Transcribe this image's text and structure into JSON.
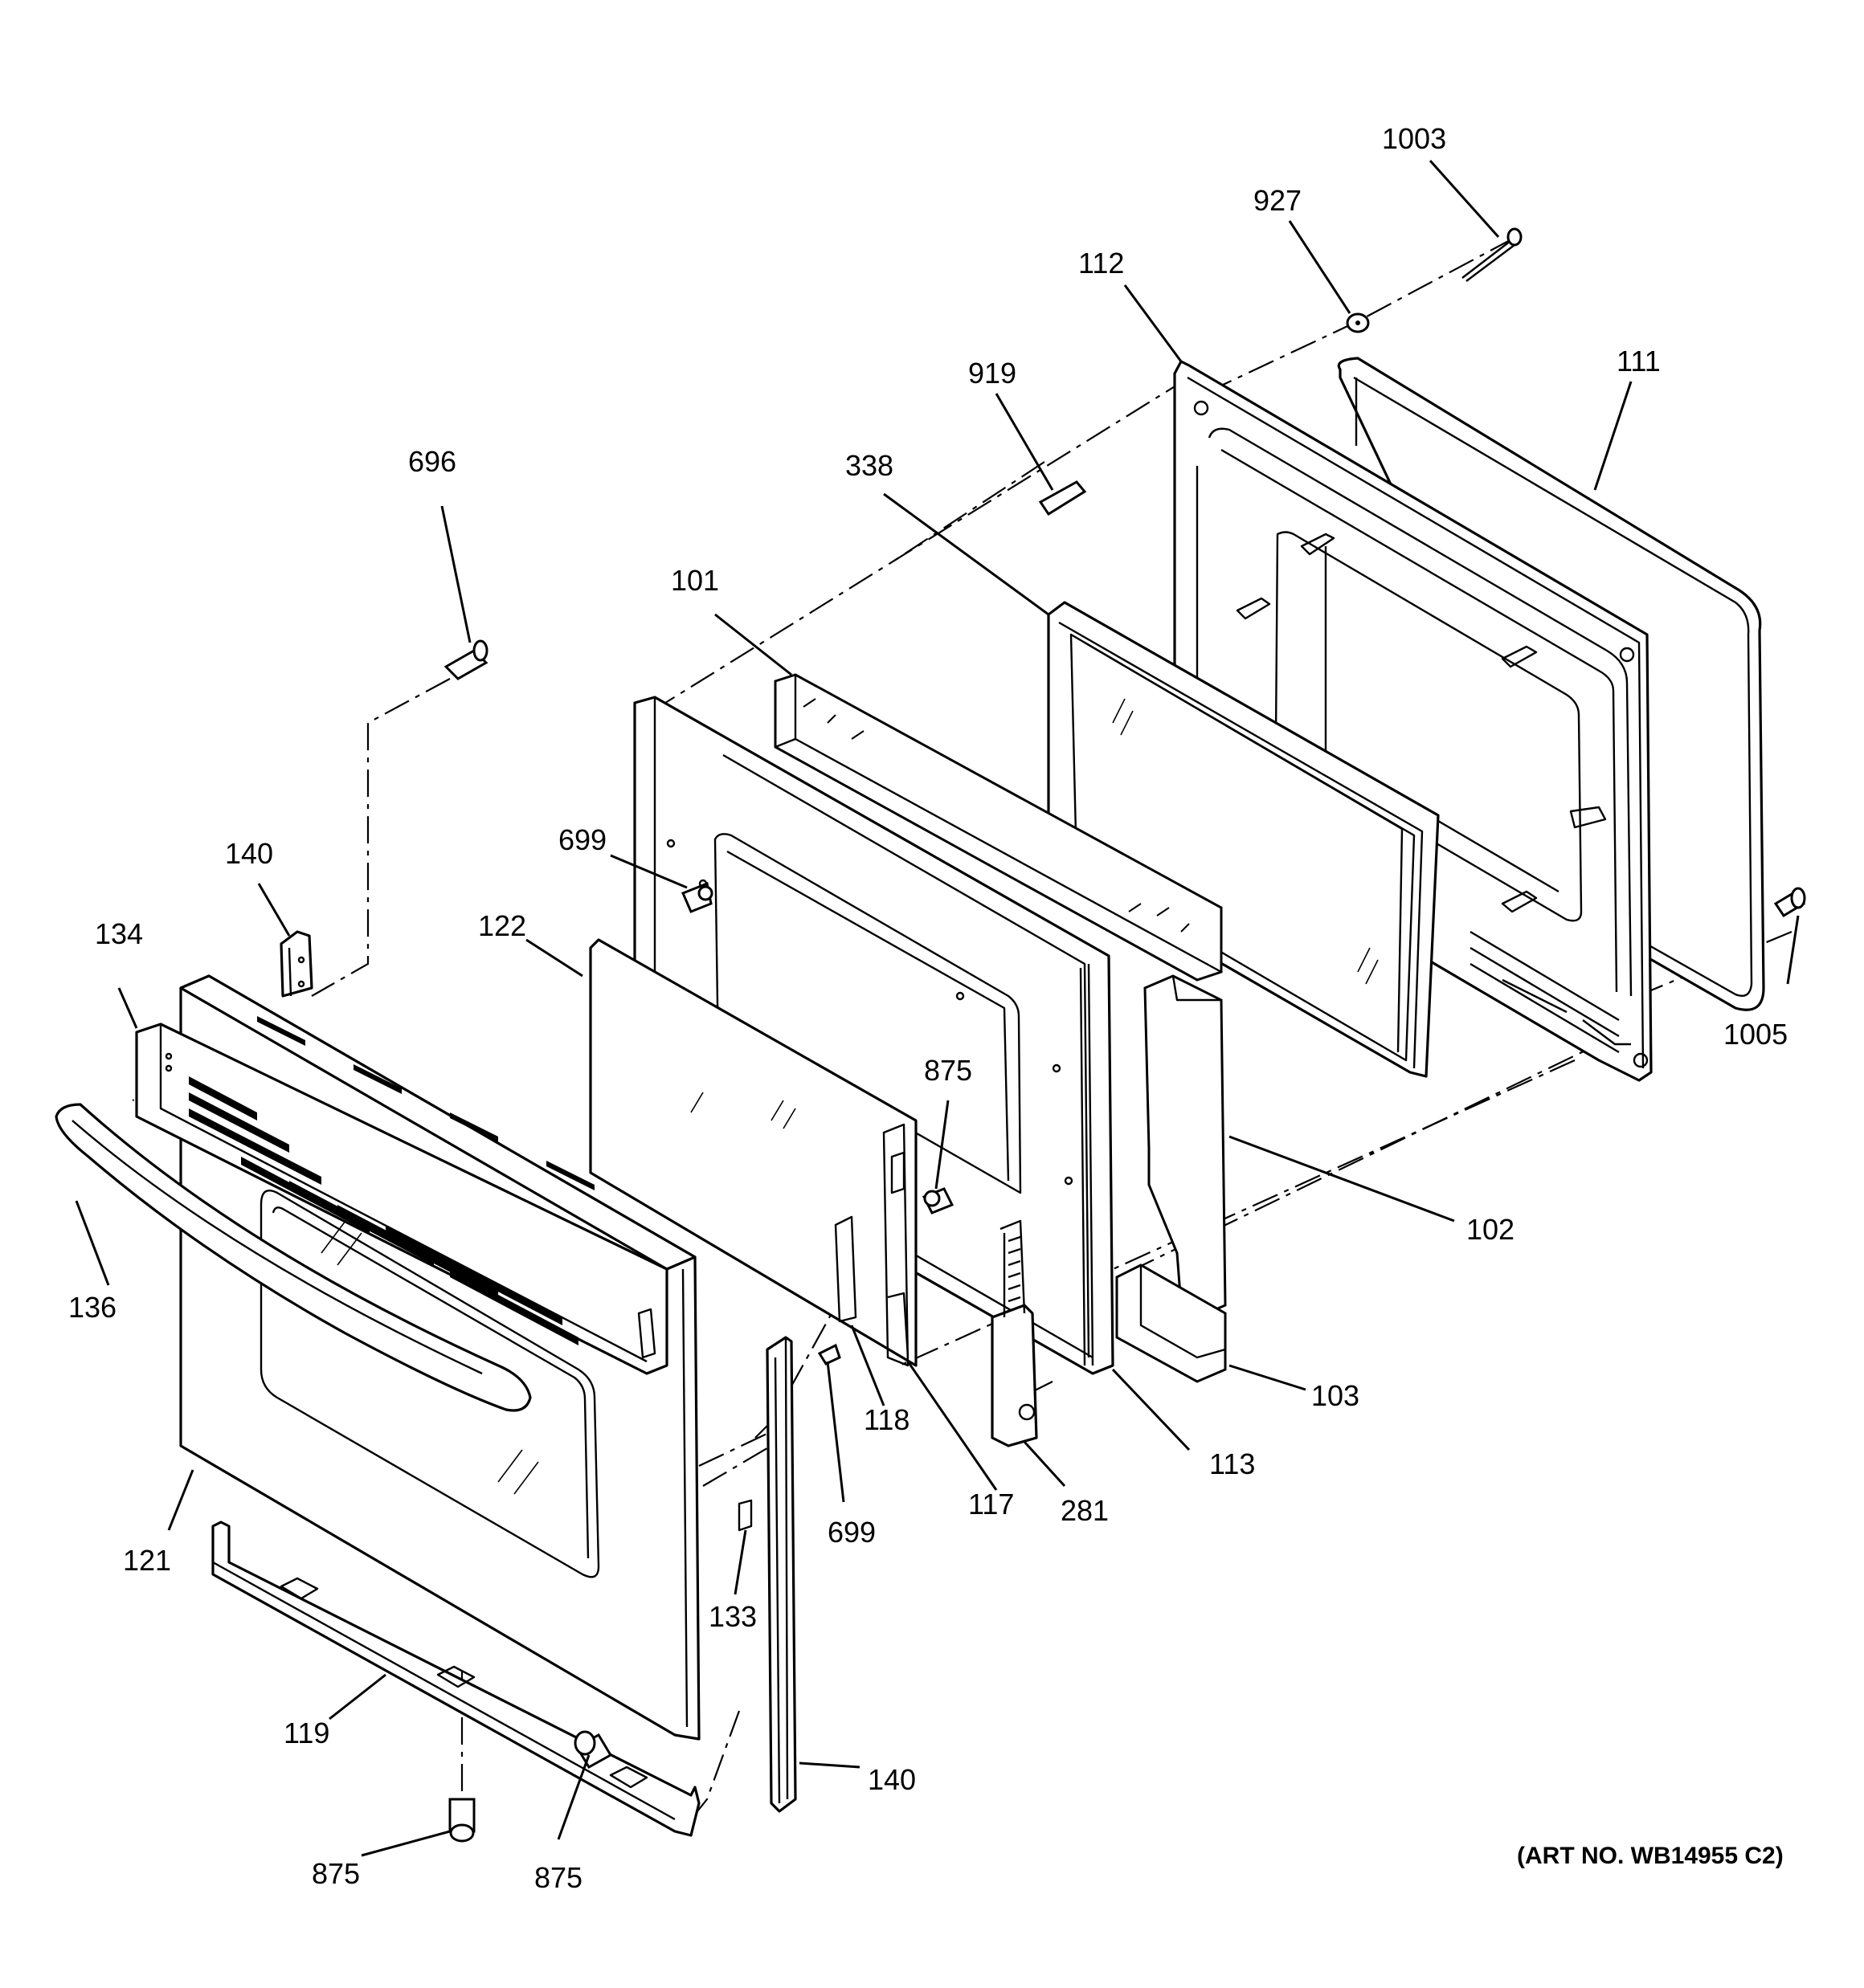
{
  "callouts": {
    "c1003": "1003",
    "c927": "927",
    "c112": "112",
    "c111": "111",
    "c919": "919",
    "c338": "338",
    "c696": "696",
    "c101": "101",
    "c699a": "699",
    "c140a": "140",
    "c134": "134",
    "c122": "122",
    "c875a": "875",
    "c1005": "1005",
    "c136": "136",
    "c102": "102",
    "c103": "103",
    "c118": "118",
    "c117": "117",
    "c113": "113",
    "c281": "281",
    "c699b": "699",
    "c121": "121",
    "c133": "133",
    "c119": "119",
    "c140b": "140",
    "c875b": "875",
    "c875c": "875"
  },
  "art_number": "(ART NO. WB14955 C2)"
}
